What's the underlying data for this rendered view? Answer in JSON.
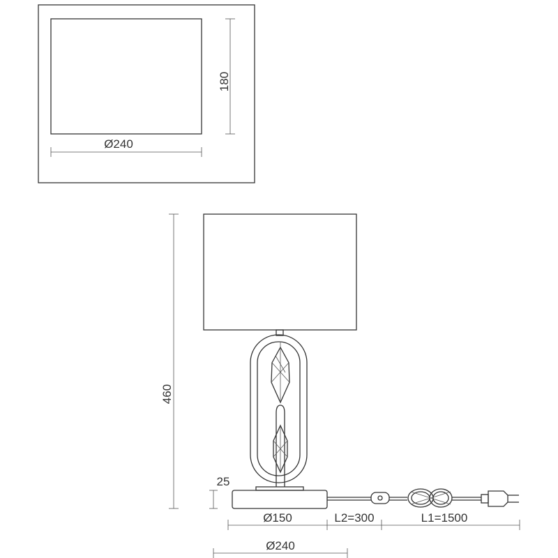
{
  "top_view": {
    "shade_diameter": "Ø240",
    "shade_height": "180"
  },
  "side_view": {
    "total_height": "460",
    "base_height": "25",
    "base_diameter": "Ø150",
    "cable_l2": "L2=300",
    "cable_l1": "L1=1500",
    "overall_width": "Ø240"
  },
  "colors": {
    "line": "#333333",
    "background": "#ffffff"
  }
}
